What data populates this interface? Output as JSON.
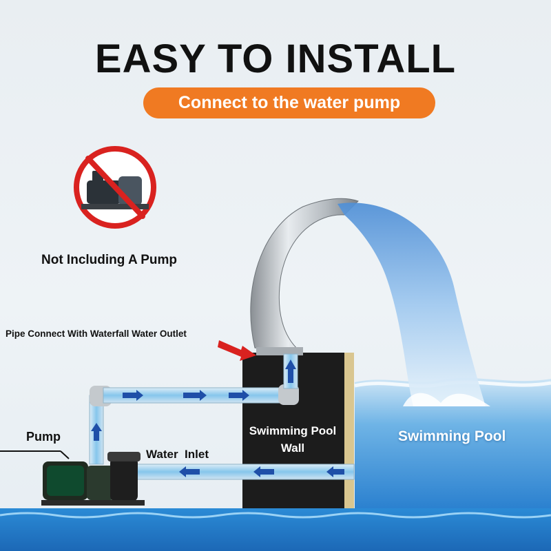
{
  "headline": "EASY TO INSTALL",
  "subtitle": "Connect to the water pump",
  "labels": {
    "not_including_pump": "Not Including A Pump",
    "pipe_connect": "Pipe Connect With Waterfall Water Outlet",
    "pump": "Pump",
    "water_inlet": "Water  Inlet",
    "swimming_pool_wall": "Swimming Pool Wall",
    "swimming_pool": "Swimming Pool"
  },
  "colors": {
    "accent_orange": "#f07a22",
    "no_sign_red": "#d9221f",
    "pipe_blue": "#7ec3ea",
    "arrow_blue": "#1f4fa8",
    "wall_dark": "#1c1c1c",
    "water_blue": "#2d86d0"
  },
  "icons": [
    "no-pump-prohibited-icon",
    "flow-arrow-icon",
    "red-pointer-arrow-icon"
  ]
}
